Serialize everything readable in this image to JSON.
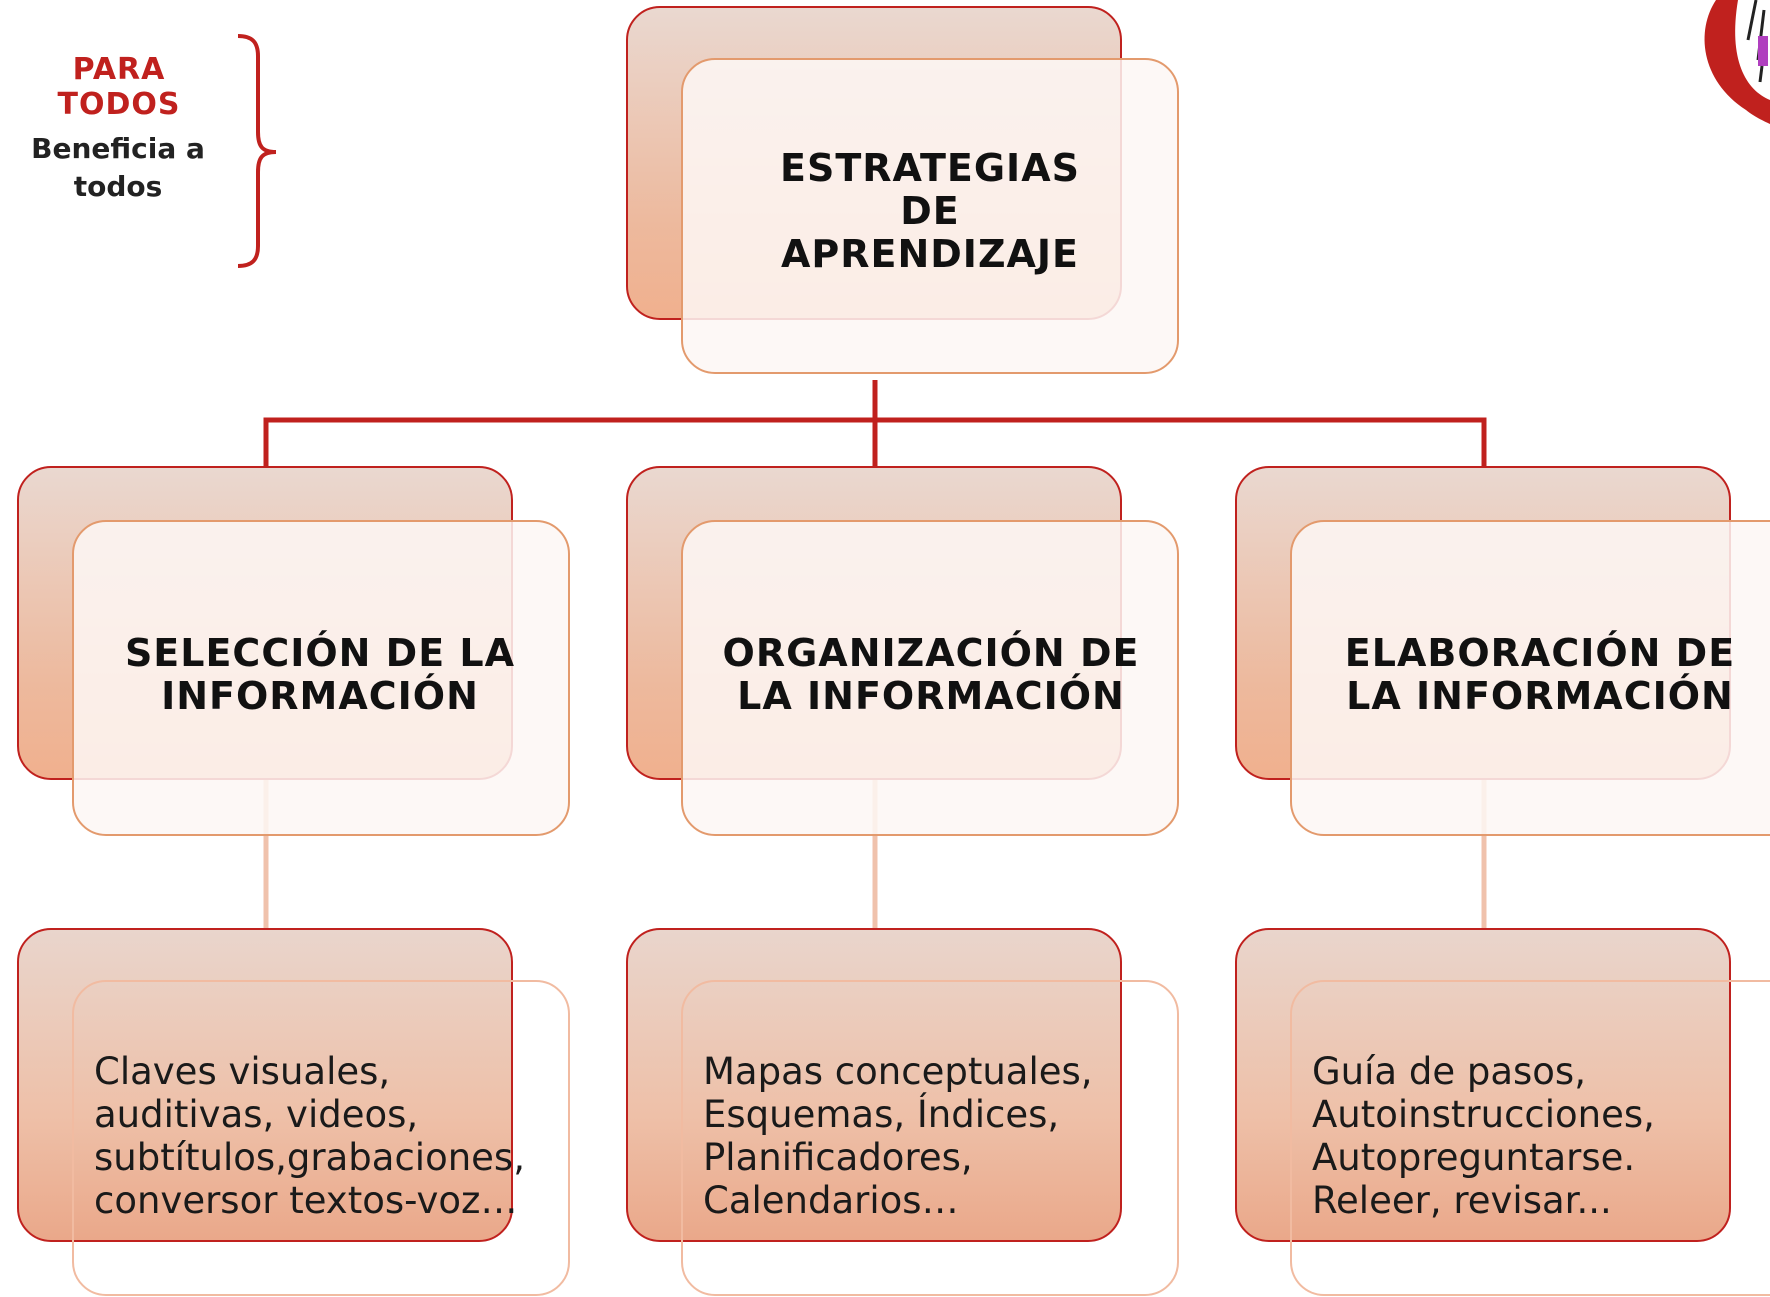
{
  "side_note": {
    "title": "PARA TODOS",
    "subtitle": "Beneficia a todos"
  },
  "root": {
    "label": "ESTRATEGIAS\nDE\nAPRENDIZAJE"
  },
  "categories": [
    {
      "title": "SELECCIÓN DE LA INFORMACIÓN",
      "detail": "Claves visuales,\nauditivas, videos,\nsubtítulos,grabaciones,\nconversor textos-voz…"
    },
    {
      "title": "ORGANIZACIÓN DE LA INFORMACIÓN",
      "detail": "Mapas conceptuales,\nEsquemas, Índices,\nPlanificadores,\nCalendarios…"
    },
    {
      "title": "ELABORACIÓN DE LA INFORMACIÓN",
      "detail": "Guía de pasos,\nAutoinstrucciones,\nAutopreguntarse.\nReleer, revisar..."
    }
  ],
  "colors": {
    "connector": "#c0211e",
    "connector_light": "#f0c2ac",
    "accent_text": "#c0211e",
    "box_border": "#c0211e",
    "box_fill_bottom": "#f0b08e"
  }
}
